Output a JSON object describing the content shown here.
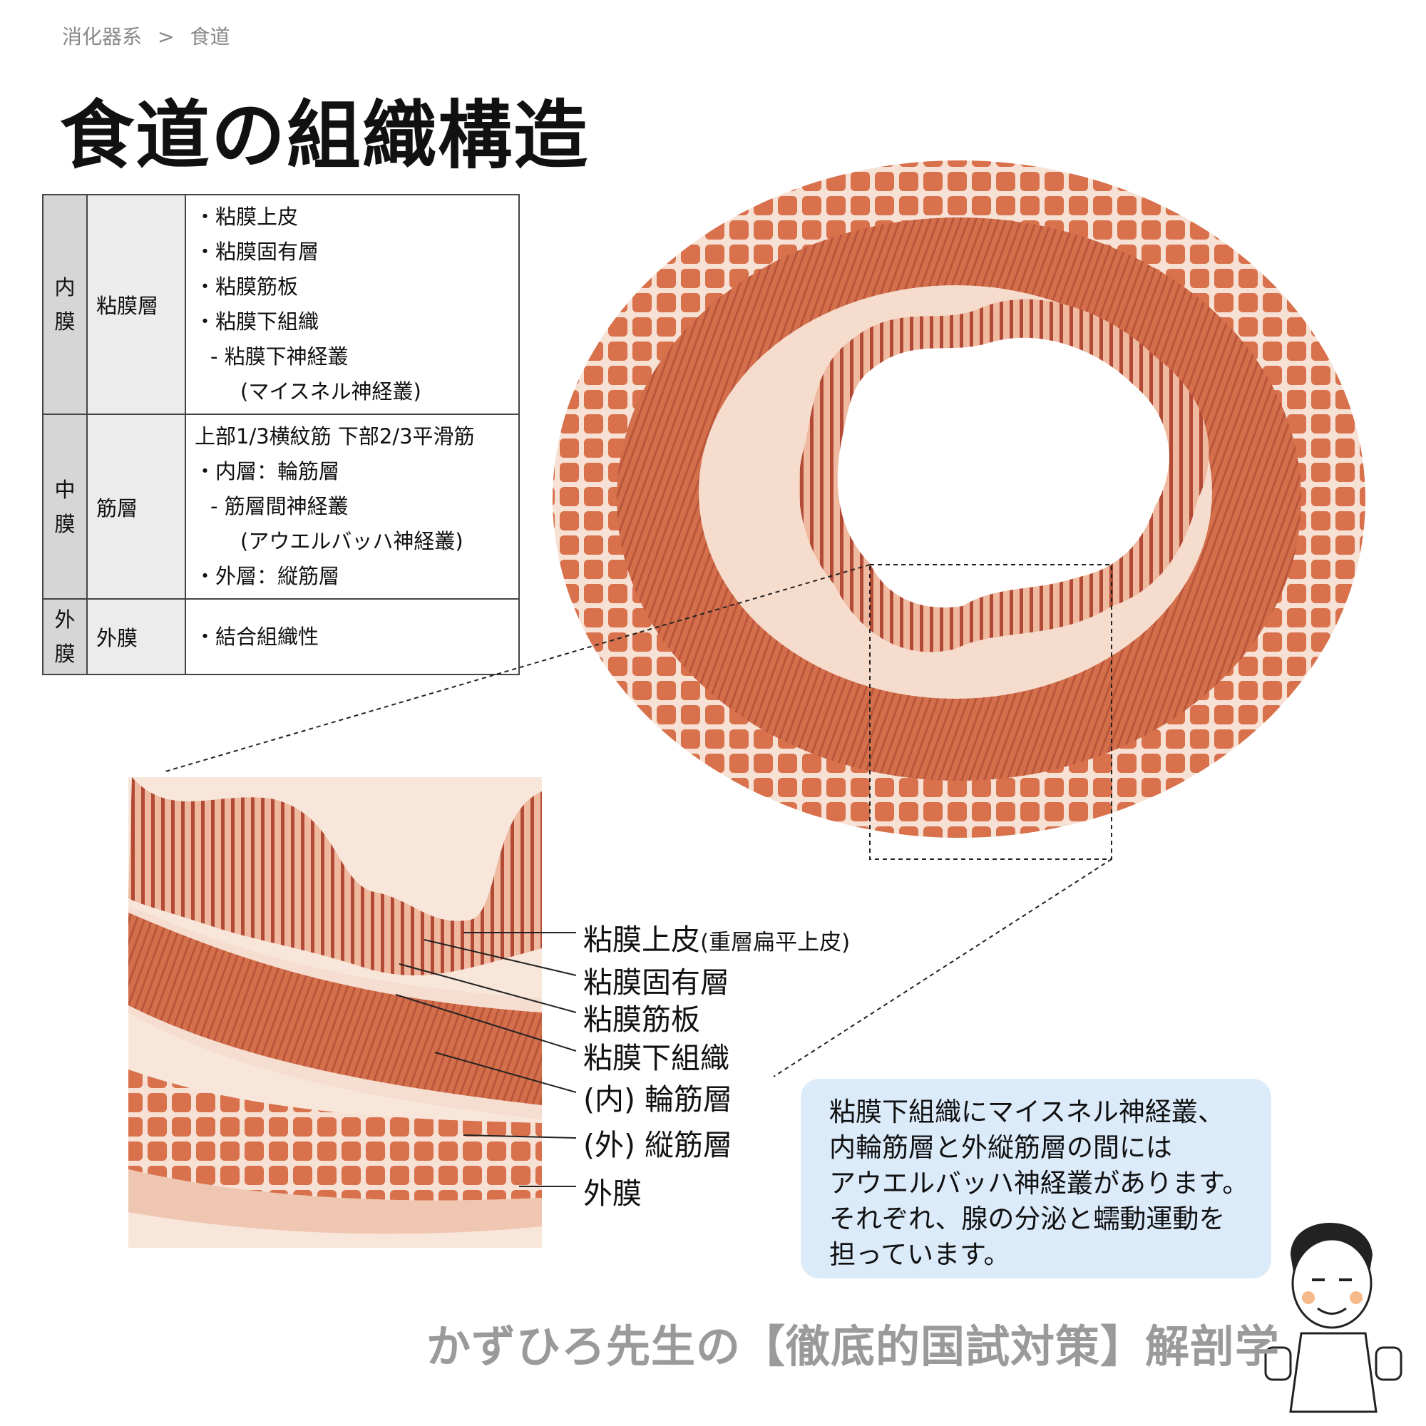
{
  "breadcrumb": {
    "parent": "消化器系",
    "separator": ">",
    "current": "食道"
  },
  "title": "食道の組織構造",
  "table": {
    "rows": [
      {
        "layer": "内膜",
        "layer_chars": [
          "内",
          "膜"
        ],
        "name": "粘膜層",
        "items": [
          "・粘膜上皮",
          "・粘膜固有層",
          "・粘膜筋板",
          "・粘膜下組織",
          "- 粘膜下神経叢",
          "(マイスネル神経叢)"
        ]
      },
      {
        "layer": "中膜",
        "layer_chars": [
          "中",
          "膜"
        ],
        "name": "筋層",
        "items": [
          "上部1/3横紋筋 下部2/3平滑筋",
          "・内層：輪筋層",
          "- 筋層間神経叢",
          "(アウエルバッハ神経叢)",
          "・外層：縦筋層"
        ]
      },
      {
        "layer": "外膜",
        "layer_chars": [
          "外",
          "膜"
        ],
        "name": "外膜",
        "items": [
          "・結合組織性"
        ]
      }
    ]
  },
  "labels": [
    {
      "text": "粘膜上皮",
      "note": "(重層扁平上皮)"
    },
    {
      "text": "粘膜固有層"
    },
    {
      "text": "粘膜筋板"
    },
    {
      "text": "粘膜下組織"
    },
    {
      "text": "(内) 輪筋層"
    },
    {
      "text": "(外) 縦筋層"
    },
    {
      "text": "外膜"
    }
  ],
  "bubble": {
    "lines": [
      "粘膜下組織にマイスネル神経叢、",
      "内輪筋層と外縦筋層の間には",
      "アウエルバッハ神経叢があります。",
      "それぞれ、腺の分泌と蠕動運動を",
      "担っています。"
    ]
  },
  "footer": "かずひろ先生の【徹底的国試対策】解剖学",
  "colors": {
    "tissue": "#d9734f",
    "muscle": "#c8603e",
    "bubble": "#dcebfa",
    "footer": "#9a9a9a"
  }
}
